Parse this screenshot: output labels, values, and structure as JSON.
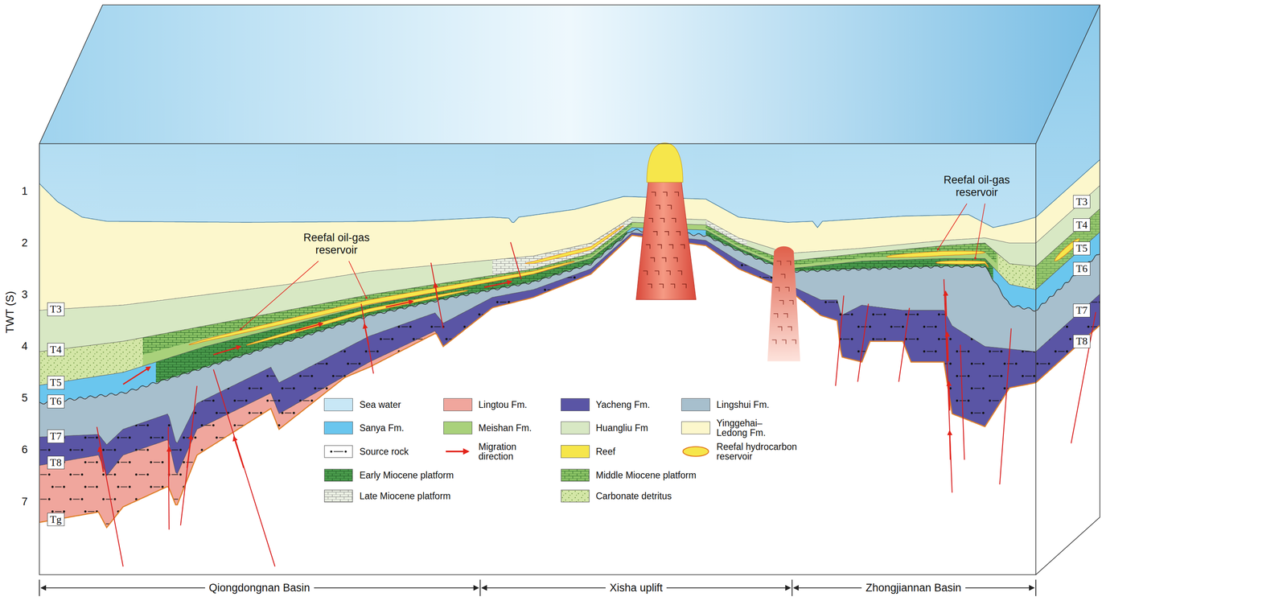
{
  "diagram": {
    "nodes": [
      {
        "text": [
          "T3"
        ]
      },
      {
        "text": [
          "T4"
        ]
      },
      {
        "text": [
          "T5"
        ]
      },
      {
        "text": [
          "T6"
        ]
      },
      {
        "text": [
          "T7"
        ]
      },
      {
        "text": [
          "T8"
        ]
      },
      {
        "text": [
          "Tg"
        ]
      },
      {
        "text": [
          "T3"
        ]
      },
      {
        "text": [
          "T4"
        ]
      },
      {
        "text": [
          "T5"
        ]
      },
      {
        "text": [
          "T6"
        ]
      },
      {
        "text": [
          "T7"
        ]
      },
      {
        "text": [
          "T8"
        ]
      }
    ],
    "labels": [
      "1",
      "2",
      "3",
      "4",
      "5",
      "6",
      "7",
      "TWT (S)",
      "Reefal oil-gas reservoir",
      "Reefal oil-gas reservoir",
      "Qiongdongnan Basin",
      "Xisha uplift",
      "Zhongjiannan Basin"
    ],
    "legend": [
      {
        "text": "Sea water",
        "color": "#c8e7f6"
      },
      {
        "text": "Lingtou Fm.",
        "color": "#f0a69d"
      },
      {
        "text": "Yacheng Fm.",
        "color": "#5a55a5"
      },
      {
        "text": "Lingshui Fm.",
        "color": "#a7bfcd"
      },
      {
        "text": "Sanya Fm.",
        "color": "#6ac6ee"
      },
      {
        "text": "Meishan Fm.",
        "color": "#a9d17b"
      },
      {
        "text": "Huangliu Fm",
        "color": "#d8e8c4"
      },
      {
        "text": "Yinggehai–Ledong Fm.",
        "color": "#fcf7cc"
      },
      {
        "text": "Source rock"
      },
      {
        "text": "Migration direction"
      },
      {
        "text": "Reef",
        "color": "#f6e64b"
      },
      {
        "text": "Reefal hydrocarbon reservoir"
      },
      {
        "text": "Early Miocene platform"
      },
      {
        "text": "Middle Miocene platform"
      },
      {
        "text": "Late Miocene platform"
      },
      {
        "text": "Carbonate detritus"
      }
    ]
  }
}
